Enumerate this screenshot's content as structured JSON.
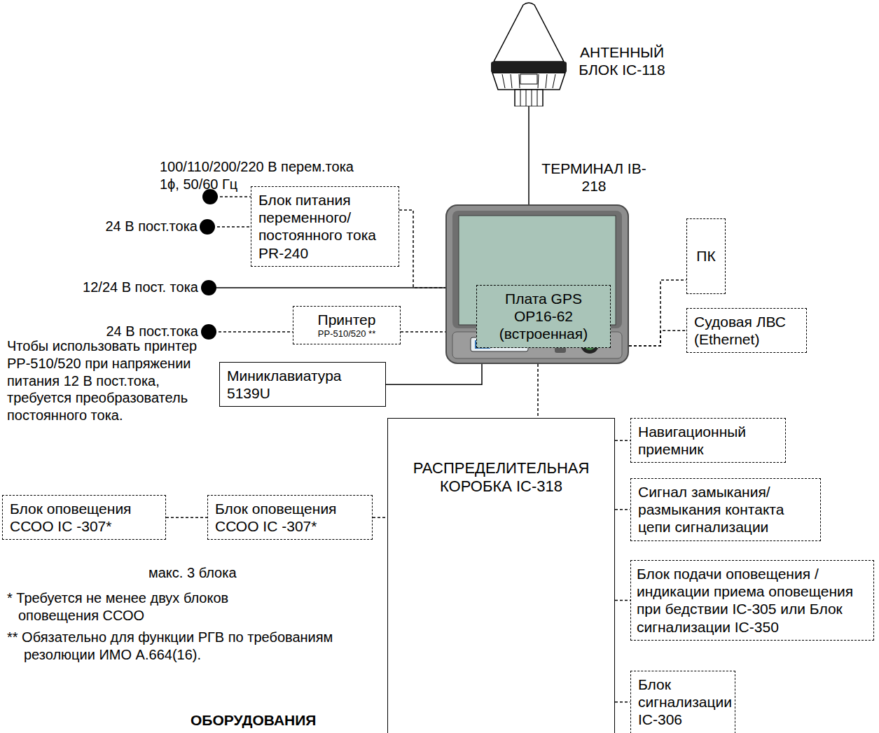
{
  "diagram": {
    "nodes": [
      {
        "text": [
          "АНТЕННЫЙ БЛОК IC-118"
        ]
      },
      {
        "text": [
          "ТЕРМИНАЛ IB-218"
        ]
      },
      {
        "text": [
          "Плата GPS OP16-62 (встроенная)"
        ],
        "in": 1
      },
      {
        "text": [
          "Блок питания переменного/ постоянного тока PR-240"
        ]
      },
      {
        "text": [
          "Принтер",
          "PP-510/520 **"
        ]
      },
      {
        "text": [
          "ПК"
        ]
      },
      {
        "text": [
          "Судовая ЛВС (Ethernet)"
        ]
      },
      {
        "text": [
          "Миниклавиатура 5139U"
        ]
      },
      {
        "text": [
          "РАСПРЕДЕЛИТЕЛЬНАЯ КОРОБКА IC-318"
        ]
      },
      {
        "text": [
          "Навигационный приемник"
        ]
      },
      {
        "text": [
          "Сигнал замыкания/ размыкания контакта цепи сигнализации"
        ]
      },
      {
        "text": [
          "Блок подачи оповещения / индикации приема оповещения при бедствии IC-305 или Блок сигнализации IC-350"
        ]
      },
      {
        "text": [
          "Блок сигнализации IC-306"
        ]
      },
      {
        "text": [
          "Блок оповещения ССОО IC -307*"
        ]
      },
      {
        "text": [
          "Блок оповещения ССОО IC -307*"
        ]
      }
    ],
    "edges": [
      {
        "from": 0,
        "to": 1,
        "arrow": "none"
      },
      {
        "from": 3,
        "to": 1,
        "arrow": "none"
      },
      {
        "from": 4,
        "to": 1,
        "arrow": "none"
      },
      {
        "from": 1,
        "to": 5,
        "arrow": "none"
      },
      {
        "from": 1,
        "to": 6,
        "arrow": "none"
      },
      {
        "from": 7,
        "to": 1,
        "arrow": "none"
      },
      {
        "from": 1,
        "to": 8,
        "arrow": "none"
      },
      {
        "from": 8,
        "to": 9,
        "arrow": "none"
      },
      {
        "from": 8,
        "to": 10,
        "arrow": "none"
      },
      {
        "from": 8,
        "to": 11,
        "arrow": "none"
      },
      {
        "from": 8,
        "to": 12,
        "arrow": "none"
      },
      {
        "from": 14,
        "to": 8,
        "arrow": "none"
      },
      {
        "from": 13,
        "to": 14,
        "arrow": "none"
      }
    ],
    "labels": [
      "100/110/200/220 В перем.тока 1ϕ, 50/60 Гц",
      "24 В пост.тока",
      "12/24 В пост. тока",
      "24 В пост.тока",
      "Чтобы использовать принтер PP-510/520 при напряжении питания 12 В пост.тока, требуется преобразователь постоянного тока.",
      "макс. 3 блока",
      "* Требуется не менее двух блоков оповещения ССОО",
      "** Обязательно для функции РГВ по требованиям резолюции ИМО A.664(16).",
      "ОБОРУДОВАНИЯ"
    ]
  }
}
